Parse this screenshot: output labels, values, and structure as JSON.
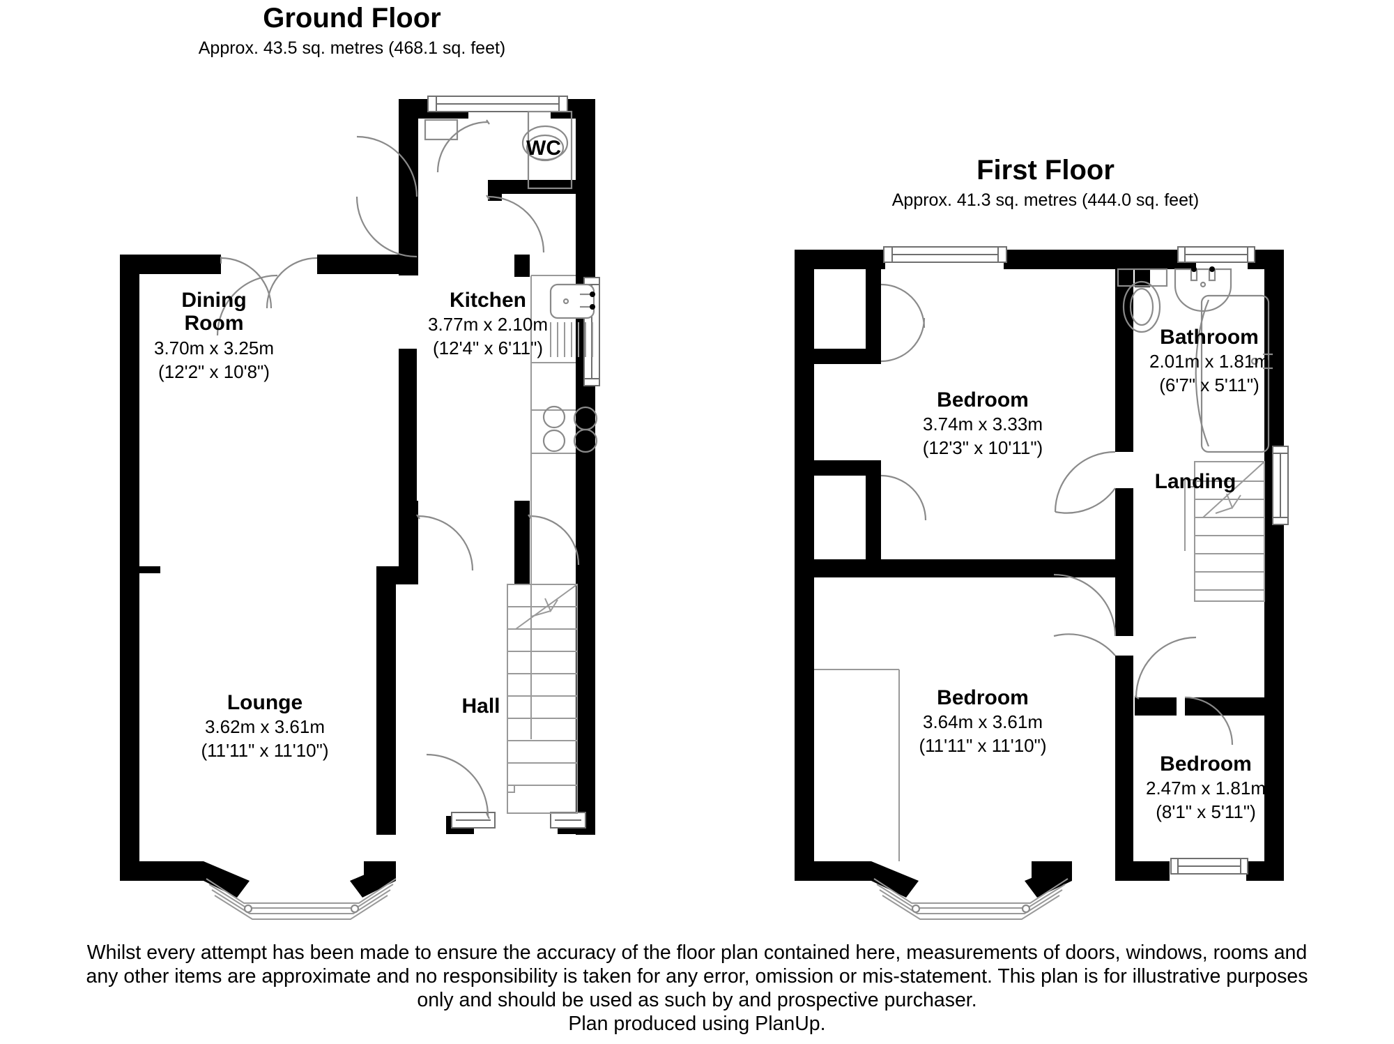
{
  "document": {
    "kind": "floor-plan",
    "producer_note": "Plan produced using PlanUp."
  },
  "ground_floor": {
    "title": "Ground Floor",
    "area": "Approx. 43.5 sq. metres (468.1 sq. feet)",
    "rooms": [
      {
        "name": "WC",
        "metric": "",
        "imperial": ""
      },
      {
        "name": "Dining",
        "name2": "Room",
        "metric": "3.70m x 3.25m",
        "imperial": "(12'2\" x 10'8\")"
      },
      {
        "name": "Kitchen",
        "metric": "3.77m x 2.10m",
        "imperial": "(12'4\" x 6'11\")"
      },
      {
        "name": "Lounge",
        "metric": "3.62m x 3.61m",
        "imperial": "(11'11\" x 11'10\")"
      },
      {
        "name": "Hall",
        "metric": "",
        "imperial": ""
      }
    ]
  },
  "first_floor": {
    "title": "First Floor",
    "area": "Approx. 41.3 sq. metres (444.0 sq. feet)",
    "rooms": [
      {
        "name": "Bathroom",
        "metric": "2.01m x 1.81m",
        "imperial": "(6'7\" x 5'11\")"
      },
      {
        "name": "Bedroom",
        "metric": "3.74m x 3.33m",
        "imperial": "(12'3\" x 10'11\")"
      },
      {
        "name": "Landing",
        "metric": "",
        "imperial": ""
      },
      {
        "name": "Bedroom",
        "metric": "3.64m x 3.61m",
        "imperial": "(11'11\" x 11'10\")"
      },
      {
        "name": "Bedroom",
        "metric": "2.47m x 1.81m",
        "imperial": "(8'1\" x 5'11\")"
      }
    ]
  },
  "labels": {
    "gf_wc": "WC",
    "gf_dining_1": "Dining",
    "gf_dining_2": "Room",
    "gf_dining_metric": "3.70m x 3.25m",
    "gf_dining_imperial": "(12'2\" x 10'8\")",
    "gf_kitchen": "Kitchen",
    "gf_kitchen_metric": "3.77m x 2.10m",
    "gf_kitchen_imperial": "(12'4\" x 6'11\")",
    "gf_lounge": "Lounge",
    "gf_lounge_metric": "3.62m x 3.61m",
    "gf_lounge_imperial": "(11'11\" x 11'10\")",
    "gf_hall": "Hall",
    "ff_bathroom": "Bathroom",
    "ff_bathroom_metric": "2.01m x 1.81m",
    "ff_bathroom_imperial": "(6'7\" x 5'11\")",
    "ff_bed1": "Bedroom",
    "ff_bed1_metric": "3.74m x 3.33m",
    "ff_bed1_imperial": "(12'3\" x 10'11\")",
    "ff_landing": "Landing",
    "ff_bed2": "Bedroom",
    "ff_bed2_metric": "3.64m x 3.61m",
    "ff_bed2_imperial": "(11'11\" x 11'10\")",
    "ff_bed3": "Bedroom",
    "ff_bed3_metric": "2.47m x 1.81m",
    "ff_bed3_imperial": "(8'1\" x 5'11\")"
  },
  "disclaimer": {
    "line1": "Whilst every attempt has been made to ensure the accuracy of the floor plan contained here, measurements of doors, windows, rooms and",
    "line2": "any other items are approximate and no responsibility is taken for any error, omission or mis-statement. This plan is for illustrative purposes",
    "line3": "only and should be used as such by and prospective purchaser.",
    "line4": "Plan produced using PlanUp."
  },
  "colors": {
    "wall": "#000000",
    "background": "#ffffff",
    "fixture_stroke": "#8a8a8a",
    "text": "#000000"
  }
}
